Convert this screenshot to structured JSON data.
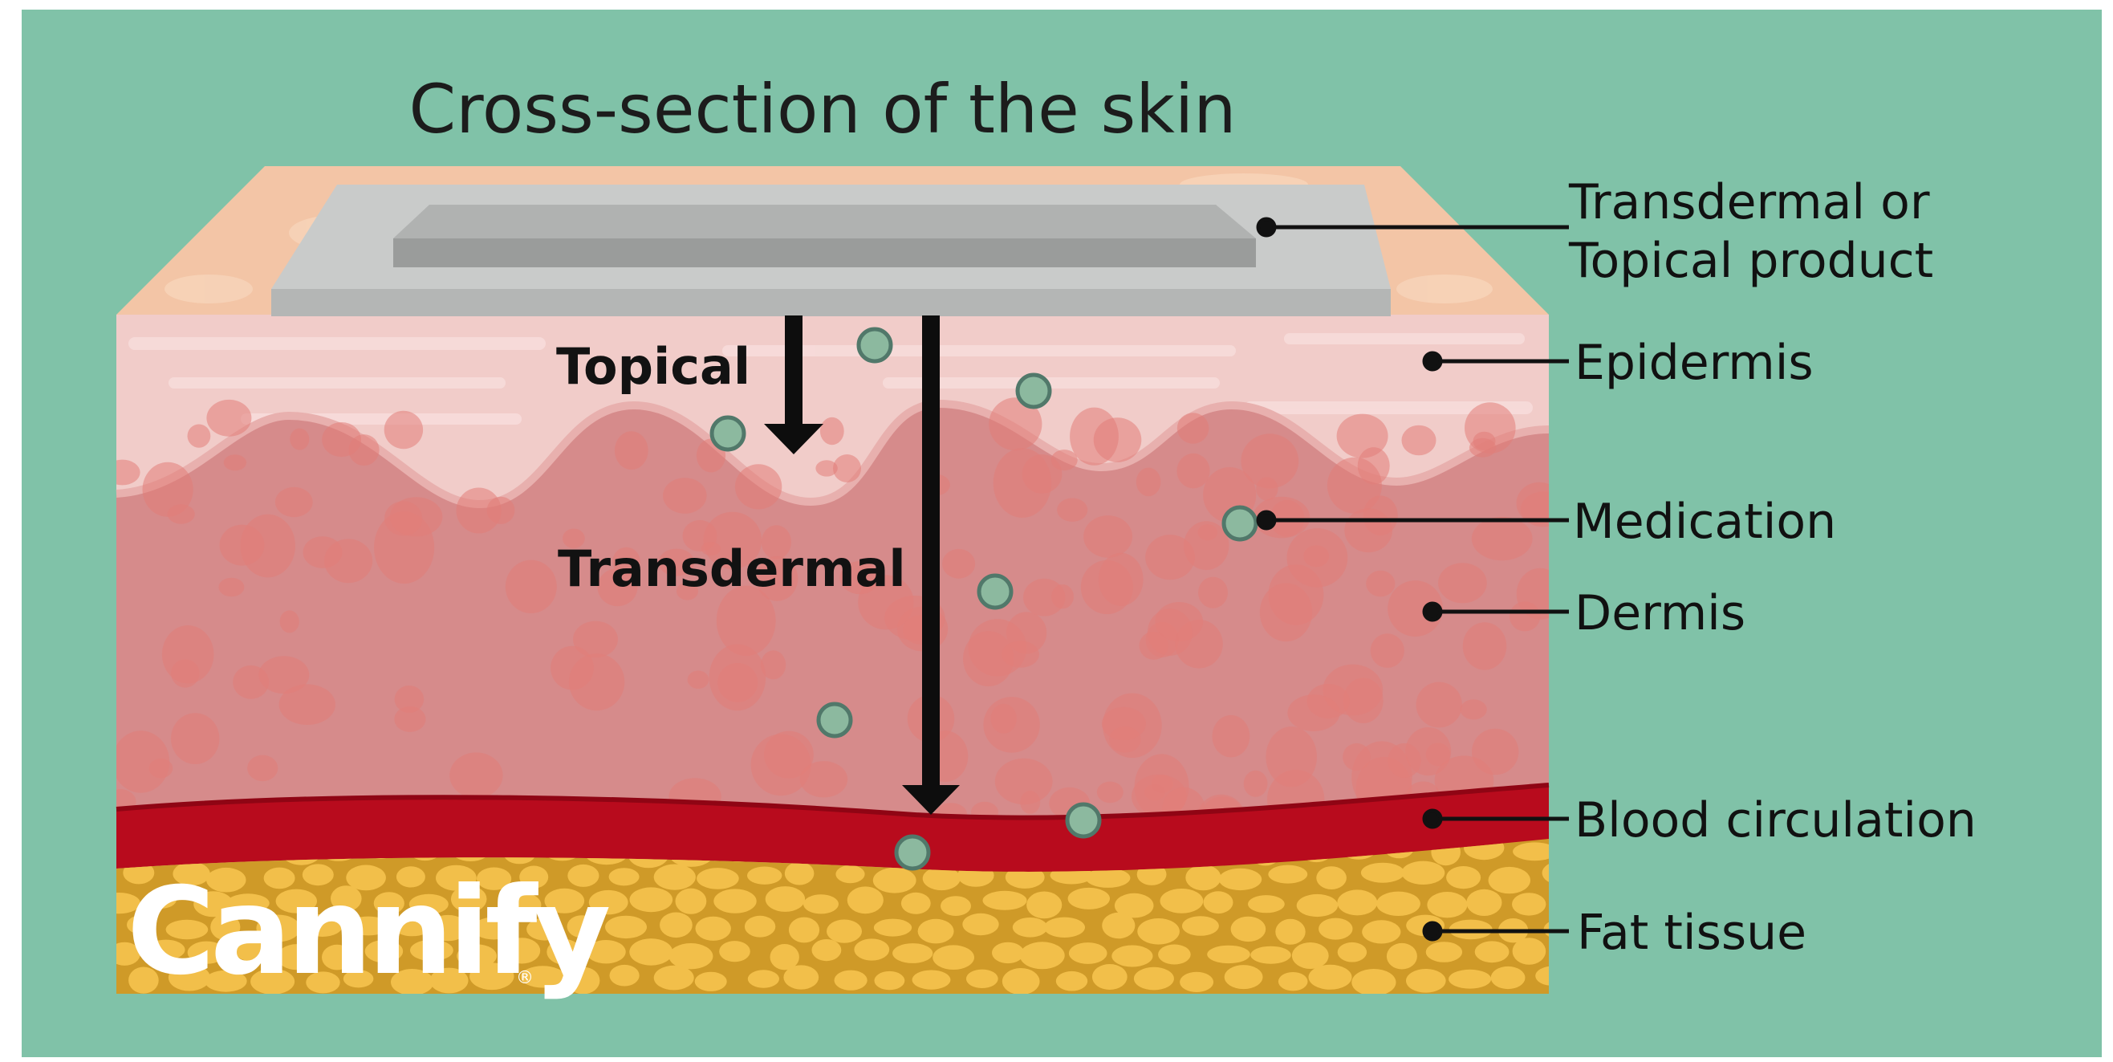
{
  "diagram": {
    "title": "Cross-section of the skin",
    "path_labels": {
      "topical": "Topical",
      "transdermal": "Transdermal"
    },
    "callouts": {
      "product_line1": "Transdermal or",
      "product_line2": "Topical product",
      "epidermis": "Epidermis",
      "medication": "Medication",
      "dermis": "Dermis",
      "blood": "Blood circulation",
      "fat": "Fat tissue"
    },
    "logo": {
      "text": "Cannify",
      "registered": "®"
    },
    "colors": {
      "background": "#80c2a8",
      "patch_top": "#c9cbca",
      "patch_pad": "#a2a4a3",
      "patch_underside": "#b4b6b5",
      "skin_surface": "#f3c5a6",
      "epidermis": "#f1ccc9",
      "dermis": "#d68b8b",
      "dermis_spots": "#e27e78",
      "blood": "#b80b1d",
      "fat": "#cf9a28",
      "fat_cells": "#f2bf4a",
      "medication_dot": "#8cb99f",
      "arrow": "#0d0d0d"
    }
  }
}
